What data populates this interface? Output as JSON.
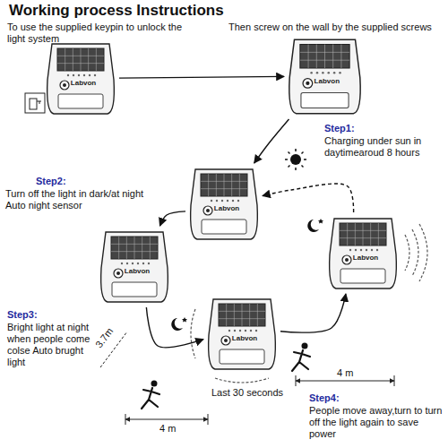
{
  "diagram": {
    "title": "Working process Instructions",
    "nodes": [
      {
        "text": [
          "Labvon"
        ]
      },
      {
        "text": [
          "Labvon"
        ]
      },
      {
        "text": [
          "Labvon"
        ]
      },
      {
        "text": [
          "Labvon"
        ]
      },
      {
        "text": [
          "Labvon"
        ]
      },
      {
        "text": [
          "Labvon"
        ]
      }
    ],
    "edges": [
      {
        "from": 0,
        "to": 1,
        "arrow": "to"
      },
      {
        "from": 1,
        "to": 2,
        "arrow": "to"
      },
      {
        "from": 2,
        "to": 3,
        "arrow": "to"
      },
      {
        "from": 3,
        "to": 4,
        "arrow": "to"
      },
      {
        "from": 4,
        "to": 5,
        "arrow": "to"
      },
      {
        "from": 5,
        "to": 2,
        "arrow": "to"
      }
    ],
    "labels": [
      "To use the supplied keypin to unlock the light system",
      "Then screw on the wall by the supplied screws",
      "Step1:",
      "Charging under sun in daytimearoud 8 hours",
      "Step2:",
      "Turn off the light in dark/at night Auto night sensor",
      "Step3:",
      "Bright light at night when people come colse Auto brught light",
      "3.7m",
      "Last 30 seconds",
      "4 m",
      "4 m",
      "Step4:",
      "People move away,turn to turn off the light again to save power"
    ]
  }
}
